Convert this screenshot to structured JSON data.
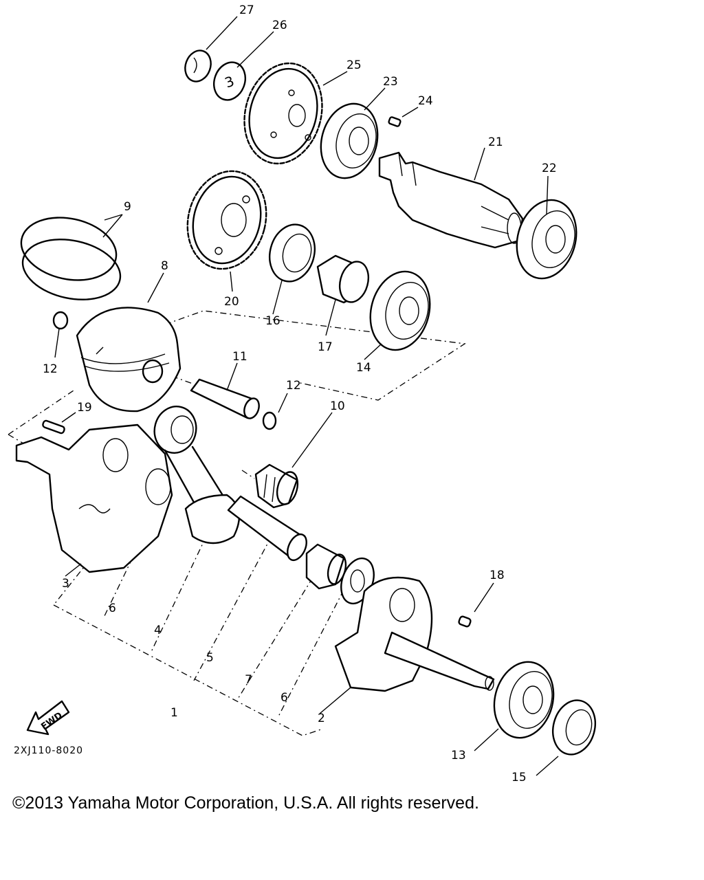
{
  "diagram": {
    "part_numbers": {
      "p1": "1",
      "p2": "2",
      "p3": "3",
      "p4": "4",
      "p5": "5",
      "p6a": "6",
      "p6b": "6",
      "p7": "7",
      "p8": "8",
      "p9": "9",
      "p10": "10",
      "p11": "11",
      "p12a": "12",
      "p12b": "12",
      "p13": "13",
      "p14": "14",
      "p15": "15",
      "p16": "16",
      "p17": "17",
      "p18": "18",
      "p19": "19",
      "p20": "20",
      "p21": "21",
      "p22": "22",
      "p23": "23",
      "p24": "24",
      "p25": "25",
      "p26": "26",
      "p27": "27"
    },
    "washer_mark": "3",
    "fwd_label": "FWD",
    "drawing_code": "2XJ110-8020"
  },
  "footer": {
    "copyright": "©2013 Yamaha Motor Corporation, U.S.A. All rights reserved."
  }
}
